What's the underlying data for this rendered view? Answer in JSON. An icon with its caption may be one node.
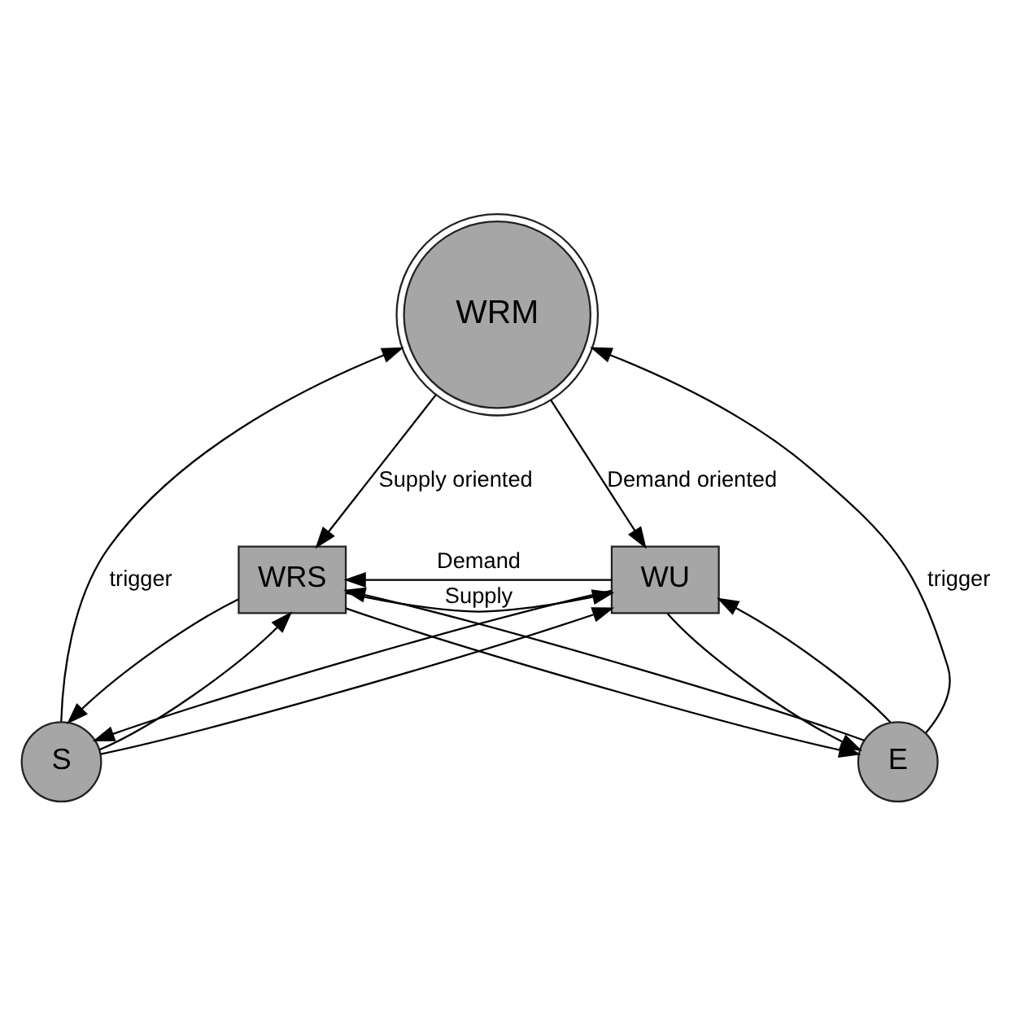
{
  "diagram": {
    "nodes": [
      {
        "text": [
          "WRM"
        ]
      },
      {
        "text": [
          "S"
        ]
      },
      {
        "text": [
          "WRS"
        ]
      },
      {
        "text": [
          "WU"
        ]
      },
      {
        "text": [
          "E"
        ]
      }
    ],
    "edges": [
      {
        "from": 1,
        "to": 0,
        "arrow": "to",
        "label": "trigger"
      },
      {
        "from": 2,
        "to": 1,
        "arrow": "to"
      },
      {
        "from": 1,
        "to": 2,
        "arrow": "to"
      },
      {
        "from": 1,
        "to": 3,
        "arrow": "to"
      },
      {
        "from": 3,
        "to": 1,
        "arrow": "to"
      },
      {
        "from": 3,
        "to": 2,
        "arrow": "to",
        "label": "Demand"
      },
      {
        "from": 2,
        "to": 3,
        "arrow": "to",
        "label": "Supply"
      },
      {
        "from": 0,
        "to": 2,
        "arrow": "to",
        "label": "Supply oriented"
      },
      {
        "from": 0,
        "to": 3,
        "arrow": "to",
        "label": "Demand oriented"
      },
      {
        "from": 2,
        "to": 4,
        "arrow": "to"
      },
      {
        "from": 4,
        "to": 2,
        "arrow": "to"
      },
      {
        "from": 4,
        "to": 3,
        "arrow": "to"
      },
      {
        "from": 3,
        "to": 4,
        "arrow": "to"
      },
      {
        "from": 4,
        "to": 0,
        "arrow": "to",
        "label": "trigger"
      }
    ]
  }
}
